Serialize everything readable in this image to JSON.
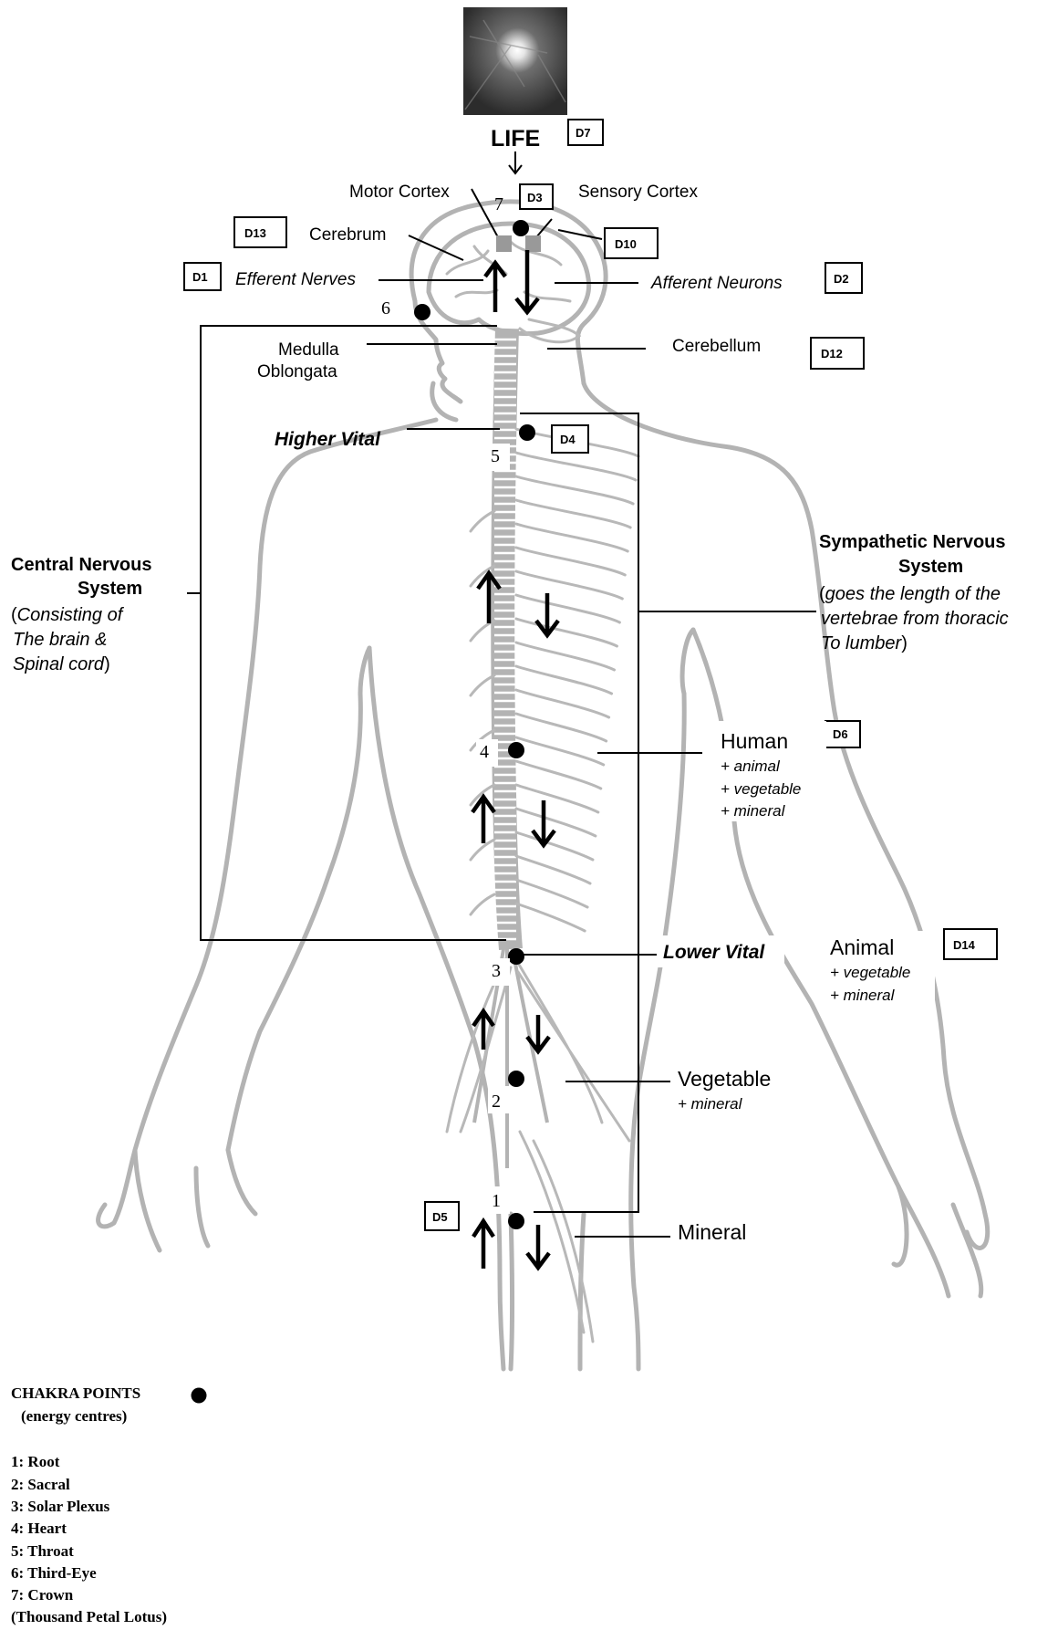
{
  "title": "LIFE",
  "codes": {
    "D1": "D1",
    "D2": "D2",
    "D3": "D3",
    "D4": "D4",
    "D5": "D5",
    "D6": "D6",
    "D7": "D7",
    "D10": "D10",
    "D12": "D12",
    "D13": "D13",
    "D14": "D14"
  },
  "brain": {
    "motor_cortex": "Motor Cortex",
    "sensory_cortex": "Sensory Cortex",
    "cerebrum": "Cerebrum",
    "efferent": "Efferent Nerves",
    "afferent": "Afferent Neurons",
    "medulla_1": "Medulla",
    "medulla_2": "Oblongata",
    "cerebellum": "Cerebellum"
  },
  "higher_vital": "Higher Vital",
  "lower_vital": "Lower Vital",
  "cns": {
    "title_1": "Central Nervous",
    "title_2": "System",
    "desc_1": "Consisting of",
    "desc_2": "The brain &",
    "desc_3": "Spinal cord"
  },
  "sns": {
    "title_1": "Sympathetic Nervous",
    "title_2": "System",
    "desc_1": "goes the length of the",
    "desc_2": "vertebrae from thoracic",
    "desc_3": "To lumber"
  },
  "levels": {
    "human": {
      "title": "Human",
      "l1": "+ animal",
      "l2": "+ vegetable",
      "l3": "+ mineral"
    },
    "animal": {
      "title": "Animal",
      "l1": "+ vegetable",
      "l2": "+ mineral"
    },
    "vegetable": {
      "title": "Vegetable",
      "l1": "+ mineral"
    },
    "mineral": {
      "title": "Mineral"
    }
  },
  "chakra_numbers": [
    "1",
    "2",
    "3",
    "4",
    "5",
    "6",
    "7"
  ],
  "legend": {
    "title": "CHAKRA POINTS",
    "subtitle": "(energy centres)",
    "items": [
      "1: Root",
      "2: Sacral",
      "3: Solar Plexus",
      "4: Heart",
      "5: Throat",
      "6: Third-Eye",
      "7: Crown",
      "(Thousand Petal Lotus)"
    ]
  }
}
